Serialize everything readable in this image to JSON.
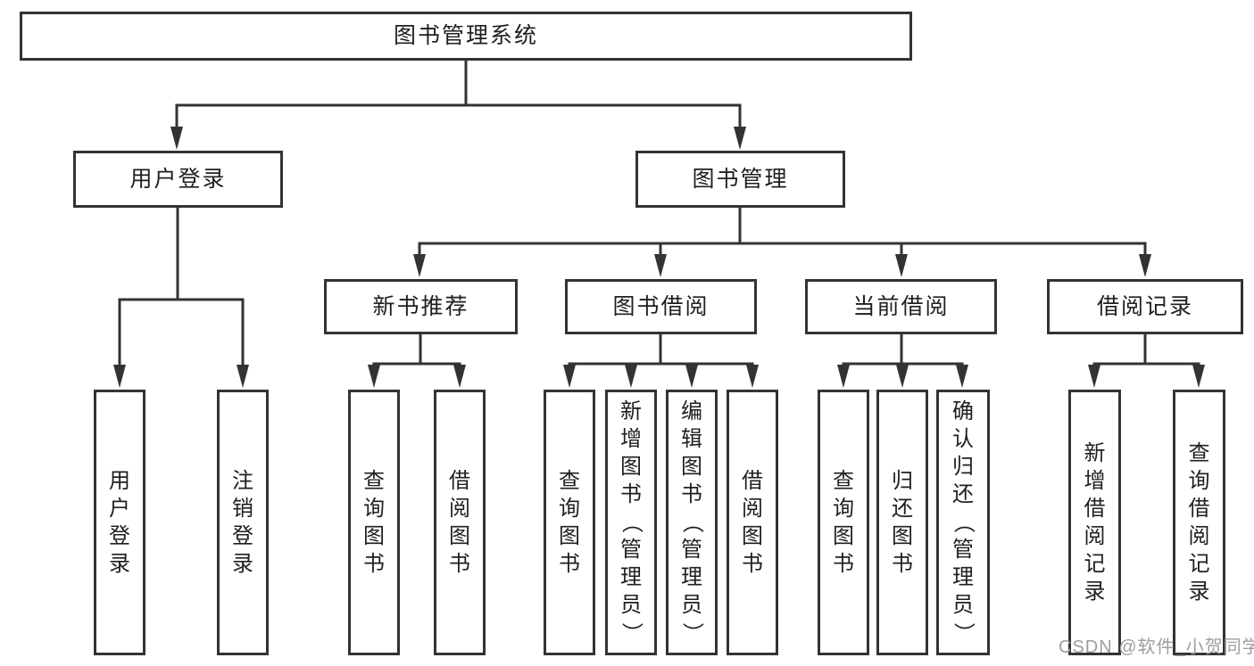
{
  "diagram": {
    "root": "图书管理系统",
    "branches": [
      {
        "label": "用户登录",
        "children": [
          "用户登录",
          "注销登录"
        ]
      },
      {
        "label": "图书管理",
        "children": [
          {
            "label": "新书推荐",
            "children": [
              "查询图书",
              "借阅图书"
            ]
          },
          {
            "label": "图书借阅",
            "children": [
              "查询图书",
              "新增图书（管理员）",
              "编辑图书（管理员）",
              "借阅图书"
            ]
          },
          {
            "label": "当前借阅",
            "children": [
              "查询图书",
              "归还图书",
              "确认归还（管理员）"
            ]
          },
          {
            "label": "借阅记录",
            "children": [
              "新增借阅记录",
              "查询借阅记录"
            ]
          }
        ]
      }
    ]
  },
  "watermark": "CSDN @软件_小贺同学",
  "colors": {
    "line": "#333333",
    "border": "#333333",
    "text": "#1f1f1f",
    "watermark": "#9e9e9e",
    "background": "#ffffff"
  }
}
